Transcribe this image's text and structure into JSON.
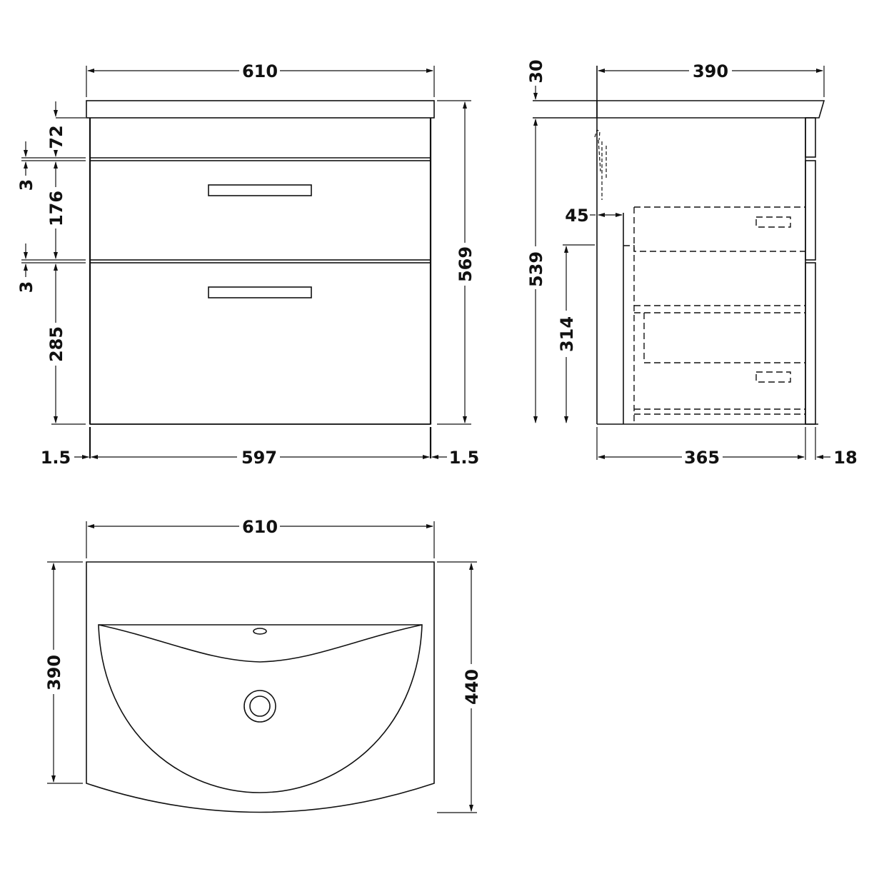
{
  "front_view": {
    "overall_width": "610",
    "overall_height": "569",
    "top_thickness": "72",
    "gap_1": "3",
    "drawer_1_height": "176",
    "gap_2": "3",
    "drawer_2_height": "285",
    "left_offset": "1.5",
    "carcass_width": "597",
    "right_offset": "1.5"
  },
  "side_view": {
    "overall_depth": "390",
    "basin_thickness": "30",
    "carcass_height": "539",
    "wall_clearance": "45",
    "bracket_height": "314",
    "carcass_depth": "365",
    "front_thickness": "18"
  },
  "top_view": {
    "width": "610",
    "depth_at_sides": "390",
    "depth_at_centre": "440"
  },
  "colors": {
    "line": "#111111",
    "background": "#ffffff"
  }
}
